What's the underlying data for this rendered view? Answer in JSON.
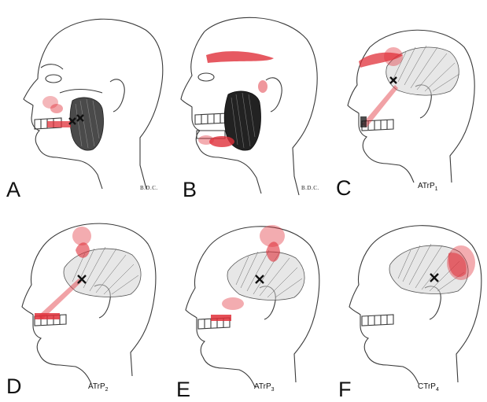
{
  "panels": [
    {
      "letter": "A",
      "label": "",
      "signature": "B.D.C."
    },
    {
      "letter": "B",
      "label": "",
      "signature": "B.D.C."
    },
    {
      "letter": "C",
      "label": "ATrP",
      "sub": "1"
    },
    {
      "letter": "D",
      "label": "ATrP",
      "sub": "2"
    },
    {
      "letter": "E",
      "label": "ATrP",
      "sub": "3"
    },
    {
      "letter": "F",
      "label": "CTrP",
      "sub": "4"
    }
  ],
  "colors": {
    "outline": "#3a3a3a",
    "muscle": "#4a4a4a",
    "referred_pain": "#e0303a",
    "trigger_point": "#111111"
  }
}
